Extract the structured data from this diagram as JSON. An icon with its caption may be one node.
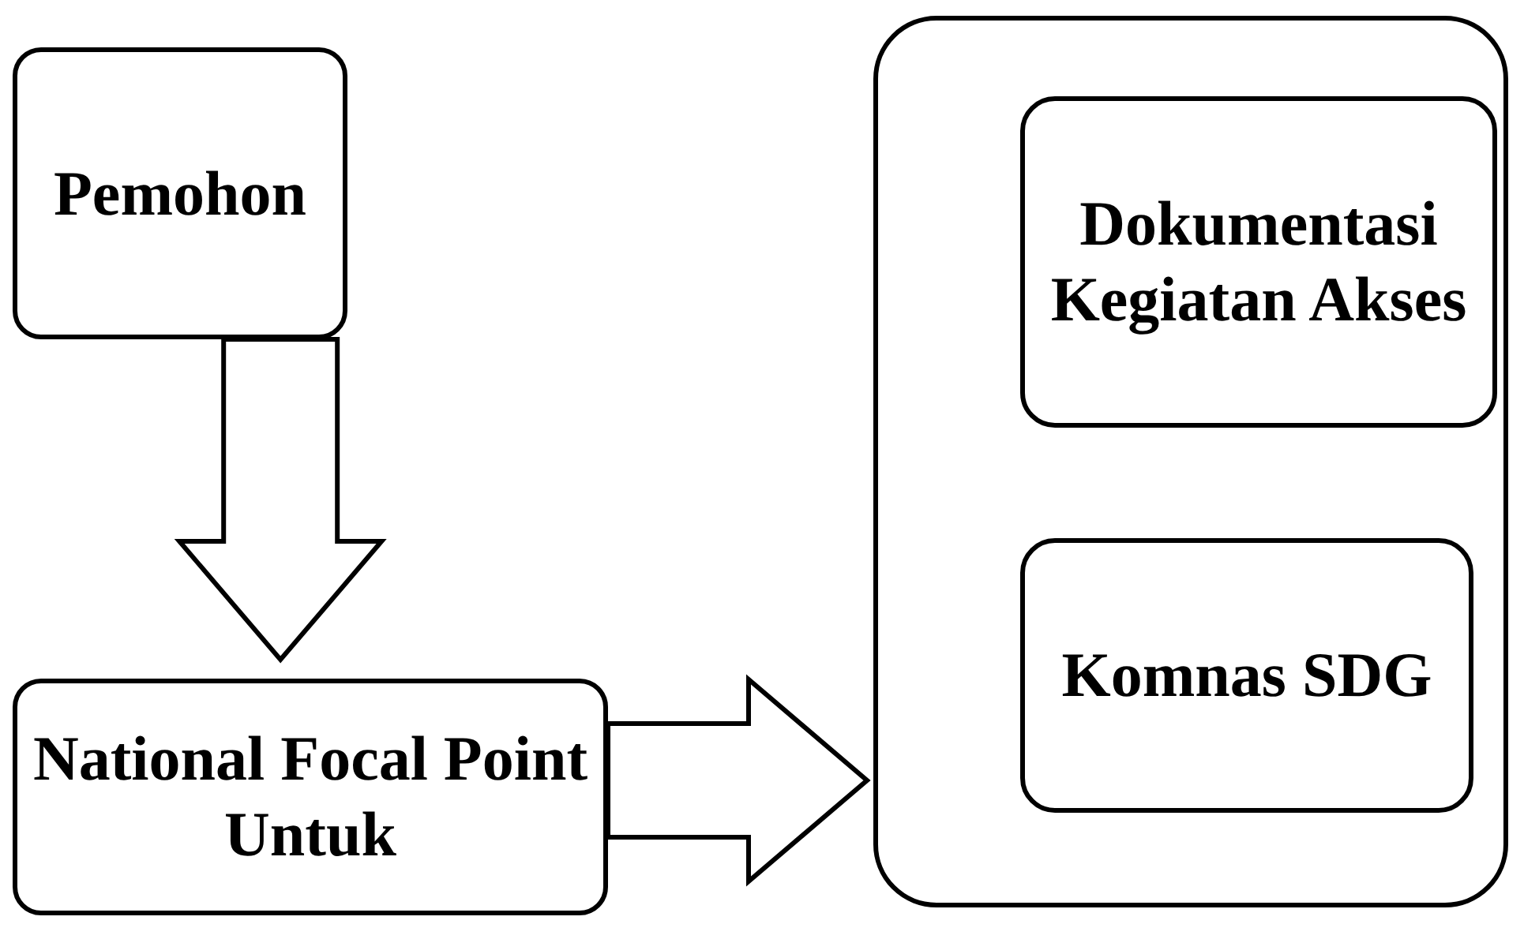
{
  "diagram": {
    "nodes": [
      {
        "text": [
          "Pemohon"
        ]
      },
      {
        "text": [
          "National Focal Point Untuk"
        ]
      },
      {
        "text": [],
        "shape": "box"
      },
      {
        "text": [
          "Dokumentasi Kegiatan Akses"
        ],
        "in": 2
      },
      {
        "text": [
          "Komnas SDG"
        ],
        "in": 2
      }
    ],
    "edges": [
      {
        "from": 0,
        "to": 1,
        "arrow": "to",
        "style": "thick"
      },
      {
        "from": 1,
        "to": 2,
        "arrow": "to",
        "style": "thick"
      }
    ]
  }
}
